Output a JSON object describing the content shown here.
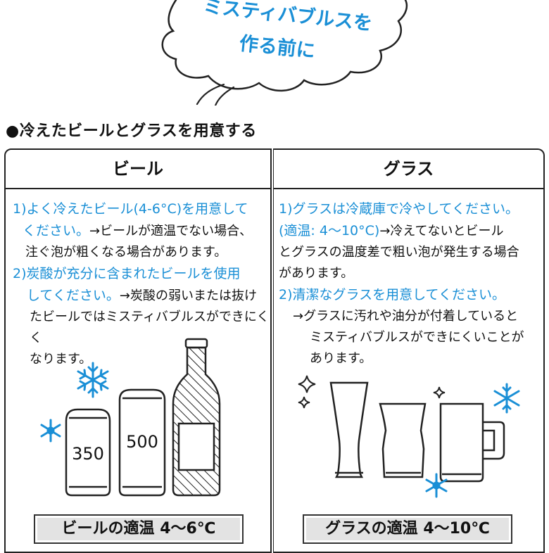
{
  "bubble": {
    "line1": "ミスティバブルスを",
    "line2": "作る前に"
  },
  "section_heading": "●冷えたビールとグラスを用意する",
  "beer_panel": {
    "title": "ビール",
    "item1_title_a": "1)よく冷えたビール(4-6°C)を用意して",
    "item1_title_b": "ください。",
    "item1_note_a": "→ビールが適温でない場合、",
    "item1_note_b": "注ぐ泡が粗くなる場合があります。",
    "item2_title_a": "2)炭酸が充分に含まれたビールを使用",
    "item2_title_b": "してください。",
    "item2_note_a": "→炭酸の弱いまたは抜け",
    "item2_note_b": "たビールではミスティバブルスができにくく",
    "item2_note_c": "なります。",
    "can_small_label": "350",
    "can_large_label": "500",
    "temp_label": "ビールの適温 4～6℃"
  },
  "glass_panel": {
    "title": "グラス",
    "item1_title": "1)グラスは冷蔵庫で冷やしてください。",
    "item1_title_b": "(適温: 4～10°C)",
    "item1_note_a": "→冷えてないとビール",
    "item1_note_b": "とグラスの温度差で粗い泡が発生する場合",
    "item1_note_c": "があります。",
    "item2_title": "2)清潔なグラスを用意してください。",
    "item2_note_a": "→グラスに汚れや油分が付着していると",
    "item2_note_b": "ミスティバブルスができにくいことが",
    "item2_note_c": "あります。",
    "temp_label": "グラスの適温 4～10℃"
  },
  "colors": {
    "accent_blue": "#1a8fd6",
    "ink": "#111111",
    "label_gray": "#e3e3e3"
  },
  "icons": [
    "snowflake-icon",
    "sparkle-icon",
    "can-350-icon",
    "can-500-icon",
    "beer-bottle-icon",
    "pint-glass-icon",
    "tumbler-glass-icon",
    "beer-mug-icon"
  ]
}
